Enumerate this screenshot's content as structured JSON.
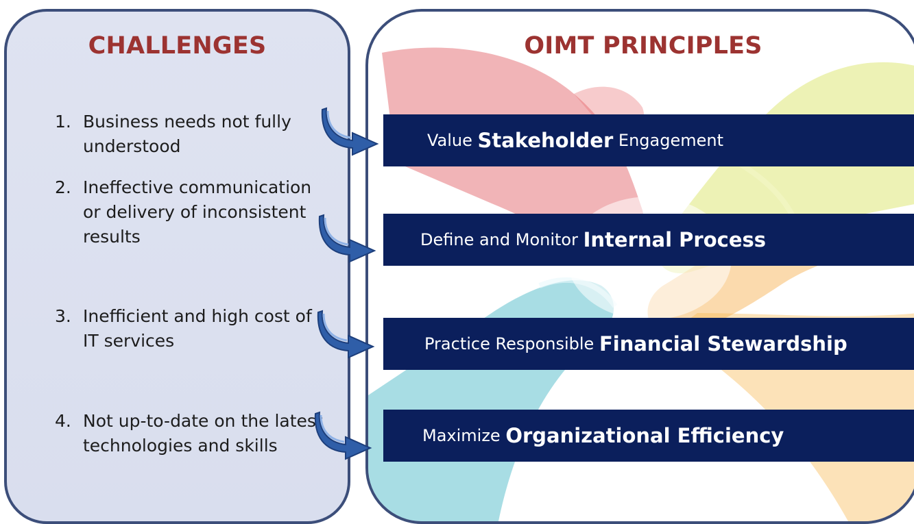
{
  "challenges": {
    "title": "CHALLENGES",
    "items": [
      {
        "num": "1.",
        "text": "Business needs not fully understood"
      },
      {
        "num": "2.",
        "text": "Ineffective communication or delivery of inconsistent results"
      },
      {
        "num": "3.",
        "text": "Inefficient and high cost of IT services"
      },
      {
        "num": "4.",
        "text": "Not up-to-date on the latest technologies and skills"
      }
    ]
  },
  "principles": {
    "title": "OIMT PRINCIPLES",
    "items": [
      {
        "pre": "Value",
        "bold": "Stakeholder",
        "post": "Engagement"
      },
      {
        "pre": "Define and Monitor",
        "bold": "Internal Process",
        "post": ""
      },
      {
        "pre": "Practice Responsible",
        "bold": "Financial Stewardship",
        "post": ""
      },
      {
        "pre": "Maximize",
        "bold": "Organizational Efficiency",
        "post": ""
      }
    ]
  },
  "colors": {
    "title_red": "#9c3331",
    "box_navy": "#0b1f5c",
    "panel_border": "#3c4e7a",
    "arrow_blue": "#2f5ea8"
  },
  "icons": {
    "arrows": "curved-arrow-icon",
    "background": "hands-image"
  }
}
